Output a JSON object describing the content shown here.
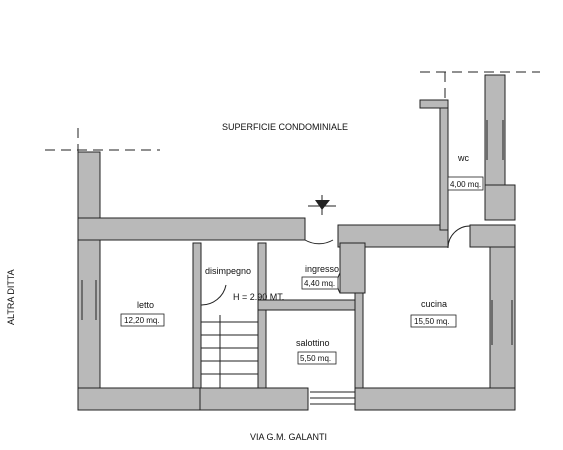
{
  "labels": {
    "common_area": "SUPERFICIE CONDOMINIALE",
    "street": "VIA  G.M. GALANTI",
    "neighbor": "ALTRA  DITTA",
    "ceiling_height": "H = 2.90 MT."
  },
  "rooms": [
    {
      "id": "wc",
      "name": "wc",
      "area": "4,00 mq."
    },
    {
      "id": "disimpegno",
      "name": "disimpegno"
    },
    {
      "id": "ingresso",
      "name": "ingresso",
      "area": "4,40 mq."
    },
    {
      "id": "letto",
      "name": "letto",
      "area": "12,20 mq."
    },
    {
      "id": "cucina",
      "name": "cucina",
      "area": "15,50 mq."
    },
    {
      "id": "salottino",
      "name": "salottino",
      "area": "5,50 mq."
    }
  ],
  "colors": {
    "wall": "#b9b9b9",
    "line": "#222222"
  }
}
